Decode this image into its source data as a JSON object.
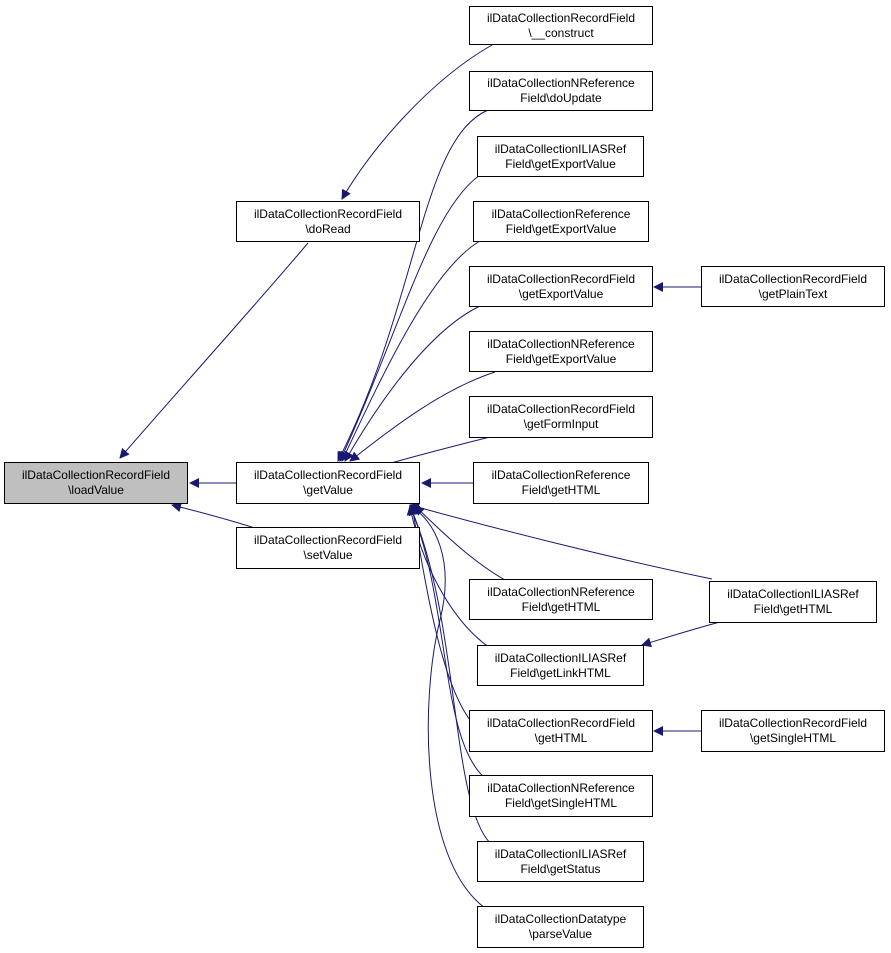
{
  "graph": {
    "edge_color": "#191970",
    "root_fill": "#bfbfbf",
    "nodes": {
      "loadValue": {
        "line1": "ilDataCollectionRecordField",
        "line2": "\\loadValue"
      },
      "doRead": {
        "line1": "ilDataCollectionRecordField",
        "line2": "\\doRead"
      },
      "getValue": {
        "line1": "ilDataCollectionRecordField",
        "line2": "\\getValue"
      },
      "setValue": {
        "line1": "ilDataCollectionRecordField",
        "line2": "\\setValue"
      },
      "construct": {
        "line1": "ilDataCollectionRecordField",
        "line2": "\\__construct"
      },
      "nref_doUpdate": {
        "line1": "ilDataCollectionNReference",
        "line2": "Field\\doUpdate"
      },
      "ilias_export": {
        "line1": "ilDataCollectionILIASRef",
        "line2": "Field\\getExportValue"
      },
      "ref_export": {
        "line1": "ilDataCollectionReference",
        "line2": "Field\\getExportValue"
      },
      "rec_export": {
        "line1": "ilDataCollectionRecordField",
        "line2": "\\getExportValue"
      },
      "nref_export": {
        "line1": "ilDataCollectionNReference",
        "line2": "Field\\getExportValue"
      },
      "rec_forminput": {
        "line1": "ilDataCollectionRecordField",
        "line2": "\\getFormInput"
      },
      "ref_html": {
        "line1": "ilDataCollectionReference",
        "line2": "Field\\getHTML"
      },
      "nref_html": {
        "line1": "ilDataCollectionNReference",
        "line2": "Field\\getHTML"
      },
      "ilias_linkhtml": {
        "line1": "ilDataCollectionILIASRef",
        "line2": "Field\\getLinkHTML"
      },
      "rec_html": {
        "line1": "ilDataCollectionRecordField",
        "line2": "\\getHTML"
      },
      "nref_singlehtml": {
        "line1": "ilDataCollectionNReference",
        "line2": "Field\\getSingleHTML"
      },
      "ilias_status": {
        "line1": "ilDataCollectionILIASRef",
        "line2": "Field\\getStatus"
      },
      "dt_parse": {
        "line1": "ilDataCollectionDatatype",
        "line2": "\\parseValue"
      },
      "rec_plaintext": {
        "line1": "ilDataCollectionRecordField",
        "line2": "\\getPlainText"
      },
      "ilias_html": {
        "line1": "ilDataCollectionILIASRef",
        "line2": "Field\\getHTML"
      },
      "rec_singlehtml": {
        "line1": "ilDataCollectionRecordField",
        "line2": "\\getSingleHTML"
      }
    }
  }
}
